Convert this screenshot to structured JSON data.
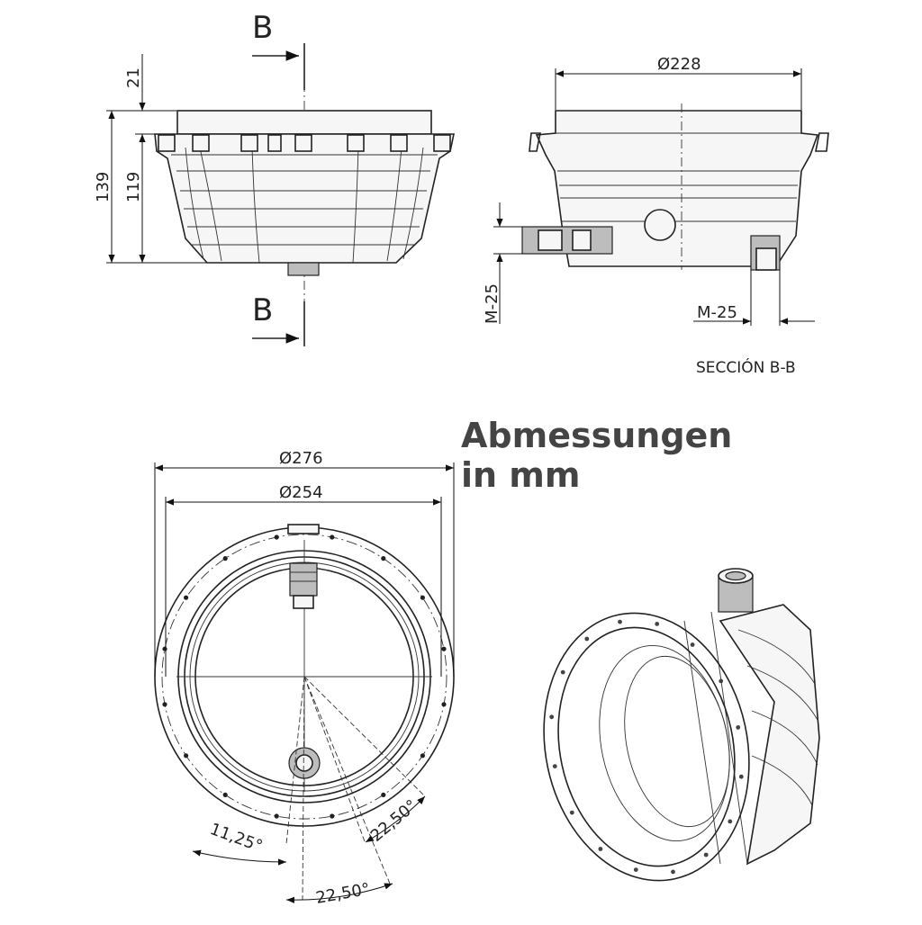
{
  "section_marks": {
    "top": "B",
    "bottom": "B"
  },
  "side_view": {
    "dim_21": "21",
    "dim_139": "139",
    "dim_119": "119"
  },
  "section_view": {
    "dim_diameter_228": "Ø228",
    "dim_m25_vertical": "M-25",
    "dim_m25_horizontal": "M-25",
    "caption": "SECCIÓN B-B"
  },
  "front_view": {
    "dim_diameter_276": "Ø276",
    "dim_diameter_254": "Ø254",
    "angle_11_25": "11,25°",
    "angle_22_50_right": "22,50°",
    "angle_22_50_bottom": "22,50°"
  },
  "heading": {
    "line1": "Abmessungen",
    "line2": "in mm"
  },
  "colors": {
    "line": "#222222",
    "heading": "#444444",
    "background": "#ffffff"
  }
}
